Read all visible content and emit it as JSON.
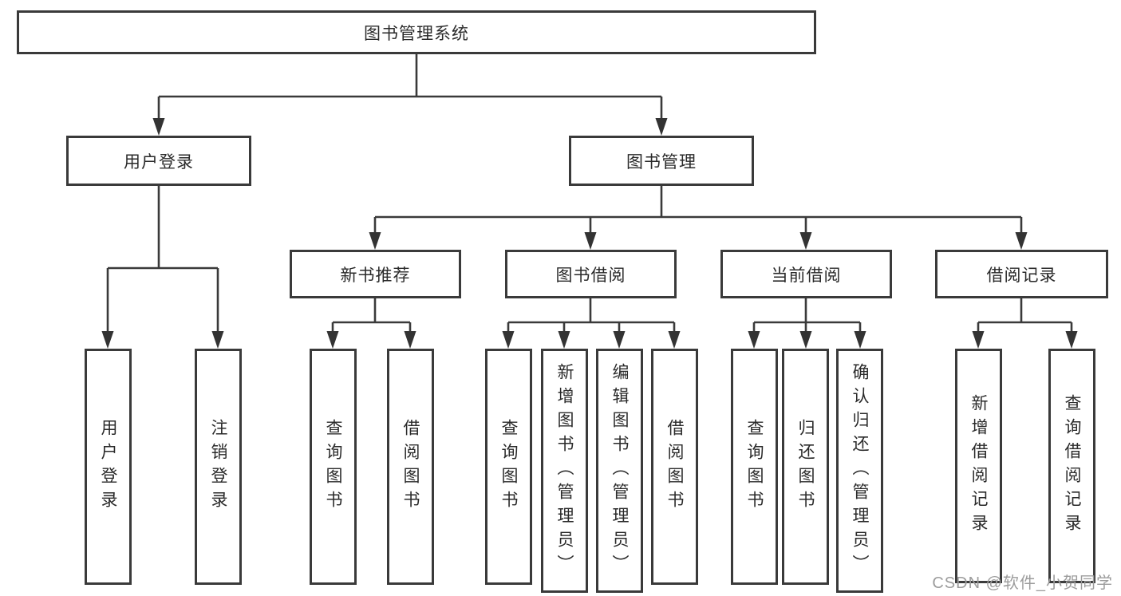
{
  "diagram": {
    "root": {
      "label": "图书管理系统"
    },
    "branches": {
      "user_login": {
        "label": "用户登录",
        "children": [
          "用户登录",
          "注销登录"
        ]
      },
      "book_management": {
        "label": "图书管理",
        "sections": [
          {
            "label": "新书推荐",
            "children": [
              "查询图书",
              "借阅图书"
            ]
          },
          {
            "label": "图书借阅",
            "children": [
              "查询图书",
              "新增图书（管理员）",
              "编辑图书（管理员）",
              "借阅图书"
            ]
          },
          {
            "label": "当前借阅",
            "children": [
              "查询图书",
              "归还图书",
              "确认归还（管理员）"
            ]
          },
          {
            "label": "借阅记录",
            "children": [
              "新增借阅记录",
              "查询借阅记录"
            ]
          }
        ]
      }
    },
    "watermark": "CSDN @软件_小贺同学",
    "colors": {
      "line": "#3a3a3a",
      "text": "#2a2a2a",
      "watermark": "#9c9c9c",
      "background": "#ffffff"
    }
  }
}
